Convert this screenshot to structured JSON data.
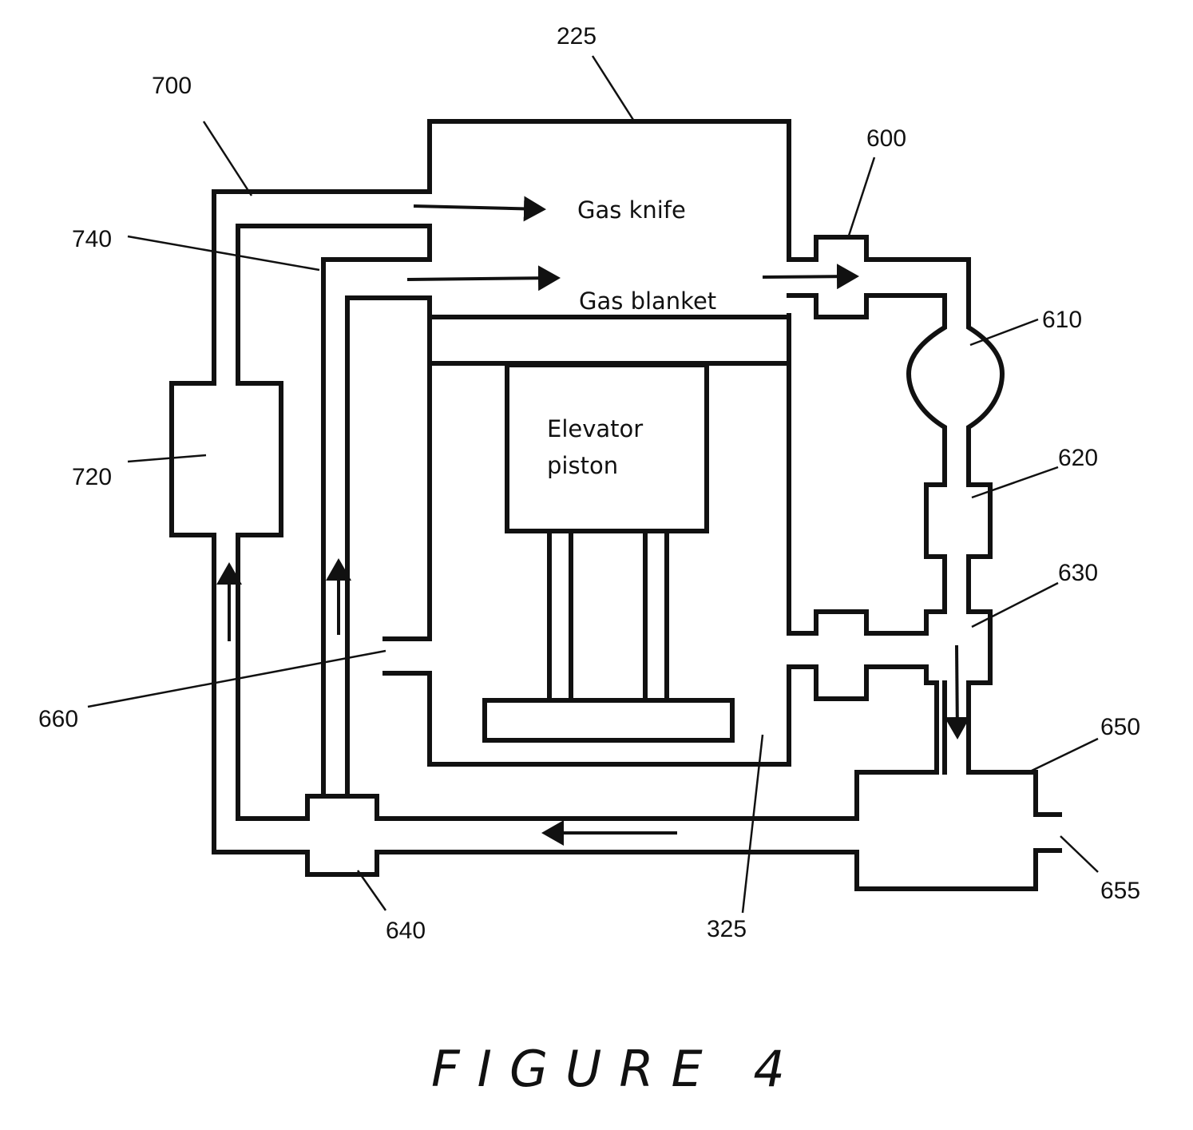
{
  "figure": {
    "caption": "FIGURE 4",
    "labels": {
      "gas_knife": "Gas knife",
      "gas_blanket": "Gas blanket",
      "elevator_piston_line1": "Elevator",
      "elevator_piston_line2": "piston"
    },
    "refs": {
      "r225": "225",
      "r700": "700",
      "r600": "600",
      "r740": "740",
      "r610": "610",
      "r720": "720",
      "r620": "620",
      "r630": "630",
      "r660": "660",
      "r650": "650",
      "r655": "655",
      "r640": "640",
      "r325": "325"
    }
  },
  "colors": {
    "ink": "#111111",
    "background": "#ffffff"
  }
}
